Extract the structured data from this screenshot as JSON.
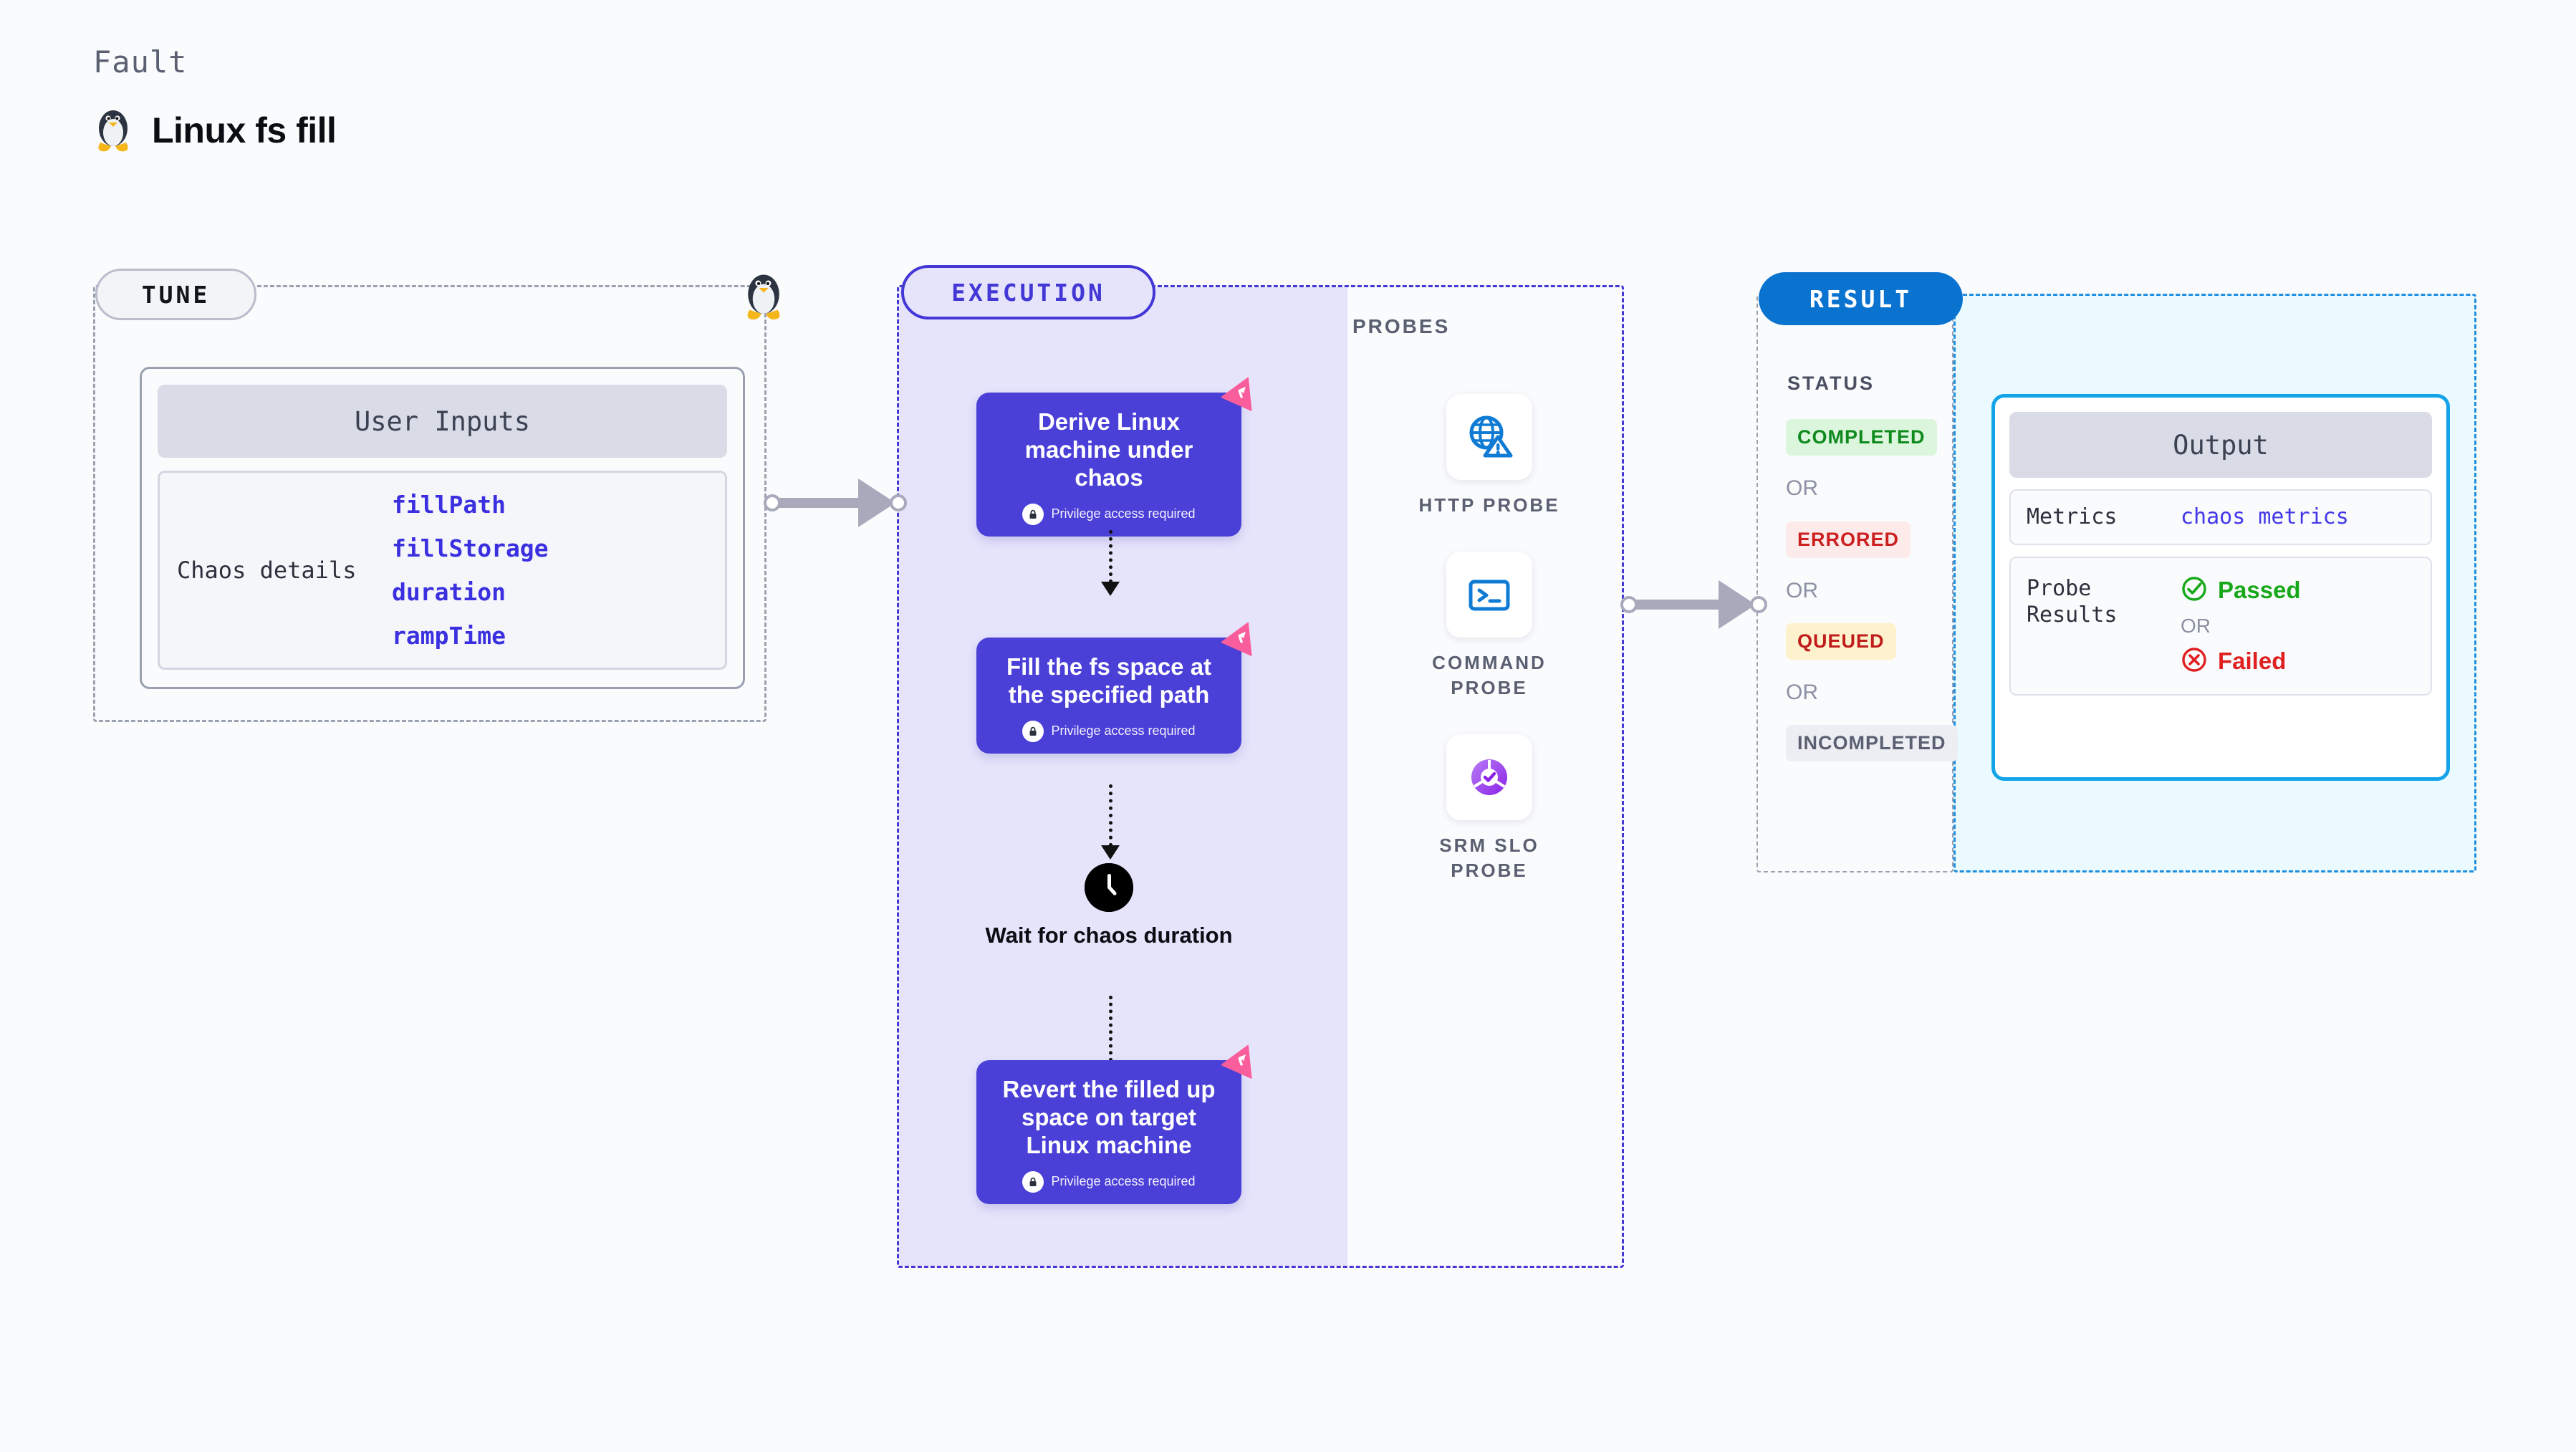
{
  "header": {
    "eyebrow": "Fault",
    "title": "Linux fs fill",
    "icon": "linux-penguin-icon"
  },
  "tune": {
    "badge": "TUNE",
    "card_header": "User Inputs",
    "body_label": "Chaos details",
    "params": [
      "fillPath",
      "fillStorage",
      "duration",
      "rampTime"
    ]
  },
  "execution": {
    "badge": "EXECUTION",
    "privilege_note": "Privilege access required",
    "steps": [
      {
        "title": "Derive Linux machine under chaos",
        "privileged": true,
        "flag": "chaos-flag-icon"
      },
      {
        "title": "Fill the fs space at the specified path",
        "privileged": true,
        "flag": "chaos-flag-icon"
      }
    ],
    "wait_step": {
      "label": "Wait for chaos duration",
      "icon": "clock-icon"
    },
    "final_step": {
      "title": "Revert the filled up space on target Linux machine",
      "privileged": true,
      "flag": "chaos-flag-icon"
    }
  },
  "probes": {
    "title": "PROBES",
    "items": [
      {
        "label": "HTTP PROBE",
        "icon": "globe-warning-icon"
      },
      {
        "label": "COMMAND PROBE",
        "icon": "terminal-icon"
      },
      {
        "label": "SRM SLO PROBE",
        "icon": "slo-donut-check-icon"
      }
    ]
  },
  "result": {
    "badge": "RESULT",
    "status_title": "STATUS",
    "or_label": "OR",
    "statuses": [
      {
        "label": "COMPLETED",
        "bg": "#dcf5dd",
        "fg": "#0f8a1e"
      },
      {
        "label": "ERRORED",
        "bg": "#fdeaea",
        "fg": "#cc2020"
      },
      {
        "label": "QUEUED",
        "bg": "#fdf2cd",
        "fg": "#c01c1c"
      },
      {
        "label": "INCOMPLETED",
        "bg": "#eceef4",
        "fg": "#5a6071"
      }
    ],
    "output": {
      "header": "Output",
      "metrics_label": "Metrics",
      "metrics_value": "chaos metrics",
      "probe_results_label": "Probe Results",
      "passed_label": "Passed",
      "failed_label": "Failed",
      "or_label": "OR",
      "passed_color": "#17a81a",
      "failed_color": "#e02020"
    }
  },
  "colors": {
    "execution_accent": "#4338d6",
    "execution_fill": "#e5e4fb",
    "result_accent": "#0a72cf",
    "output_accent": "#13a3e8",
    "param_text": "#3b30e0",
    "chaos_flag": "#fa5d9b"
  }
}
